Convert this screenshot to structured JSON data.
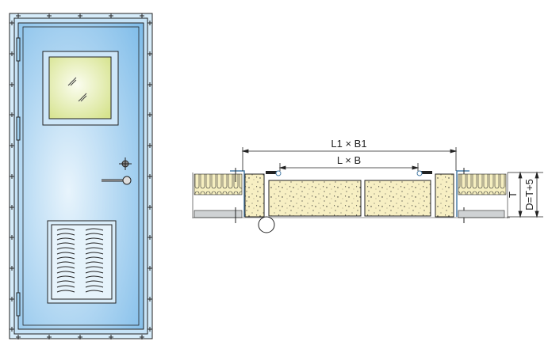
{
  "diagram": {
    "dimension_outer": "L1 × B1",
    "dimension_inner": "L × B",
    "dimension_thickness": "T",
    "dimension_depth": "D=T+5"
  },
  "colors": {
    "door_blue": "#8fc6ee",
    "frame_light": "#d6ecfa",
    "glass": "#dfe9a6",
    "insulation": "#f6efc0",
    "gray": "#cfd2d4",
    "line": "#222222"
  }
}
